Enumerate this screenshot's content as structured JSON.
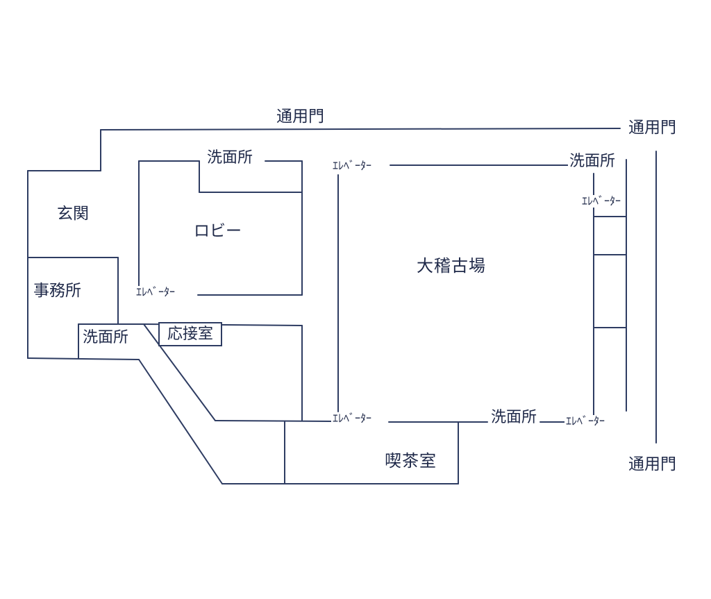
{
  "colors": {
    "ink": "#2e3c62",
    "text": "#1e2848",
    "background": "#ffffff"
  },
  "diagram_type": "building-floor-plan",
  "labels": {
    "gate_top": "通用門",
    "gate_right_top": "通用門",
    "gate_right_bottom": "通用門",
    "washroom_lobby": "洗面所",
    "washroom_right_top": "洗面所",
    "washroom_bottom": "洗面所",
    "washroom_office": "洗面所",
    "entrance": "玄関",
    "lobby": "ロビー",
    "office": "事務所",
    "reception": "応接室",
    "hall": "大稽古場",
    "tearoom": "喫茶室",
    "elevator_lobby": "ｴﾚﾍﾞｰﾀｰ",
    "elevator_hall_top": "ｴﾚﾍﾞｰﾀｰ",
    "elevator_right_top": "ｴﾚﾍﾞｰﾀｰ",
    "elevator_hall_bottom": "ｴﾚﾍﾞｰﾀｰ",
    "elevator_right_bottom": "ｴﾚﾍﾞｰﾀｰ"
  }
}
